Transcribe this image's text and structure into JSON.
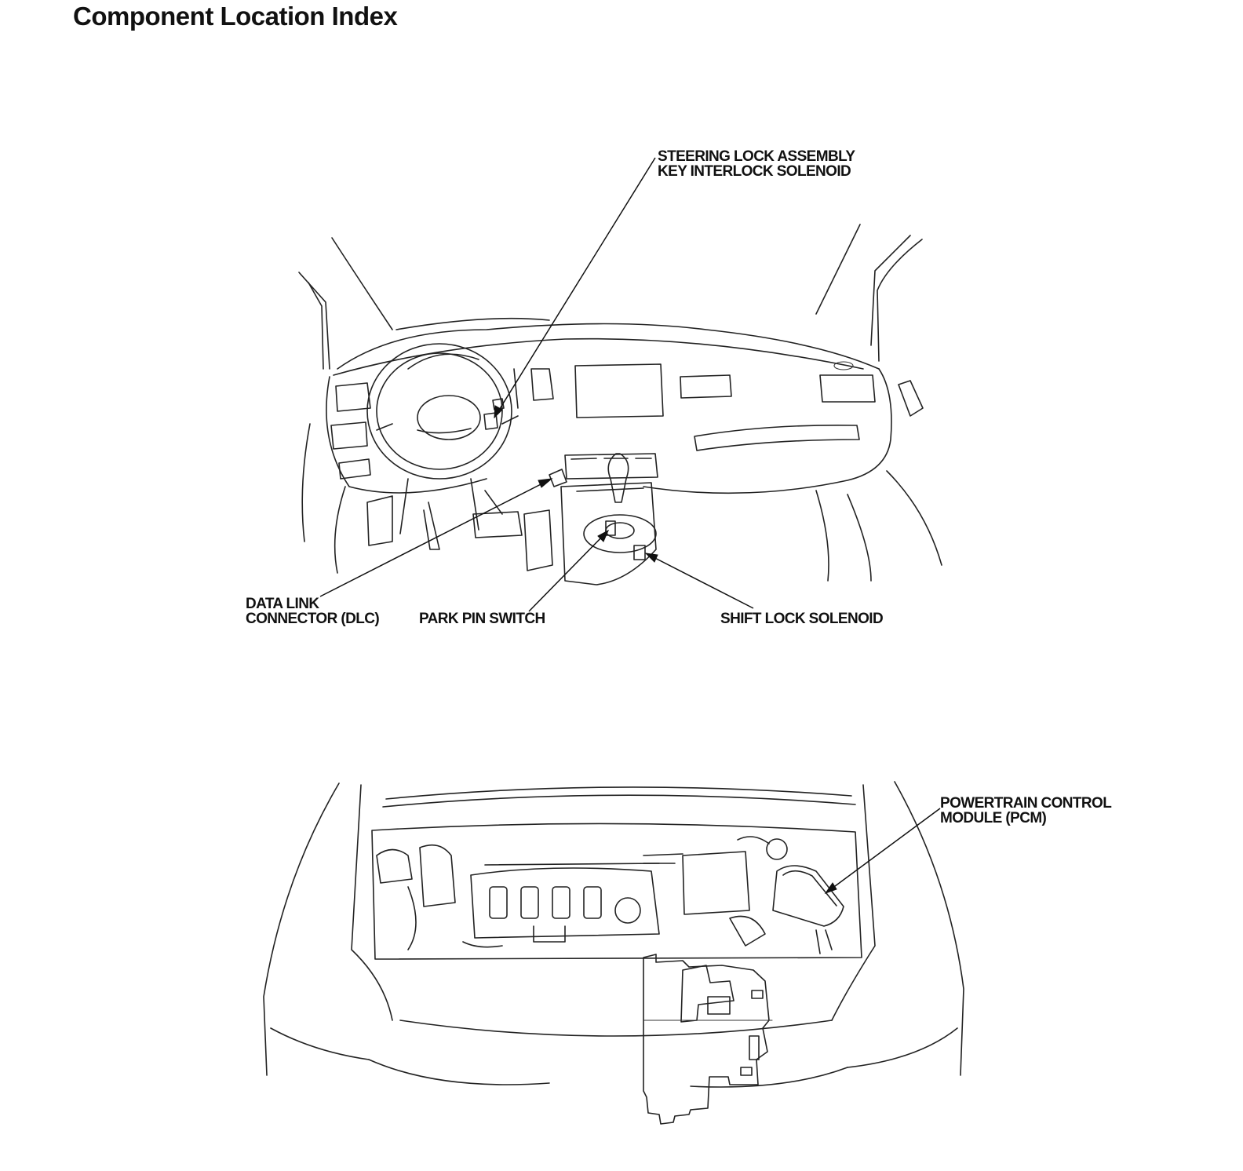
{
  "page": {
    "title": "Component Location Index"
  },
  "dash_view": {
    "labels": {
      "steering_lock": [
        "STEERING LOCK ASSEMBLY",
        "KEY INTERLOCK SOLENOID"
      ],
      "dlc": [
        "DATA LINK",
        "CONNECTOR (DLC)"
      ],
      "park_pin": "PARK PIN SWITCH",
      "shift_lock": "SHIFT LOCK SOLENOID"
    }
  },
  "engine_view": {
    "labels": {
      "pcm": [
        "POWERTRAIN CONTROL",
        "MODULE (PCM)"
      ]
    }
  }
}
